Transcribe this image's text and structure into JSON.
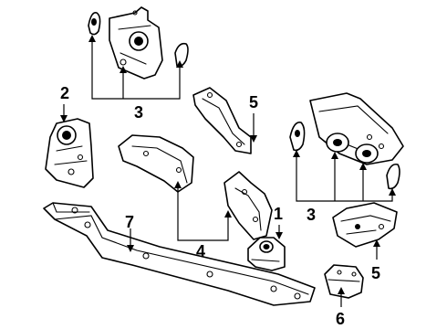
{
  "callouts": {
    "c1": "1",
    "c2": "2",
    "c3_top": "3",
    "c3_right": "3",
    "c4": "4",
    "c5_top": "5",
    "c5_bottom": "5",
    "c6": "6",
    "c7": "7"
  }
}
